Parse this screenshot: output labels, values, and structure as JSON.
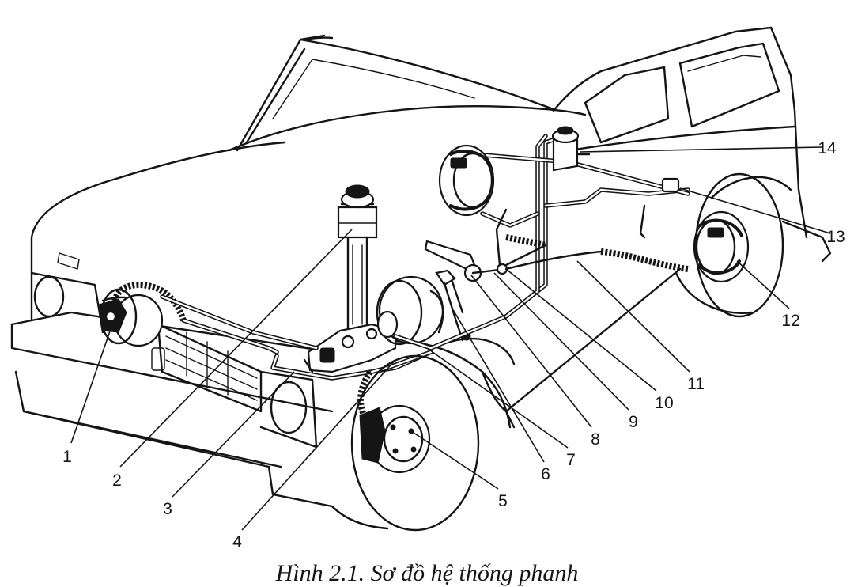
{
  "figure": {
    "caption": "Hình 2.1. Sơ đồ hệ thống phanh",
    "callouts": [
      {
        "id": "1",
        "label": "1"
      },
      {
        "id": "2",
        "label": "2"
      },
      {
        "id": "3",
        "label": "3"
      },
      {
        "id": "4",
        "label": "4"
      },
      {
        "id": "5",
        "label": "5"
      },
      {
        "id": "6",
        "label": "6"
      },
      {
        "id": "7",
        "label": "7"
      },
      {
        "id": "8",
        "label": "8"
      },
      {
        "id": "9",
        "label": "9"
      },
      {
        "id": "10",
        "label": "10"
      },
      {
        "id": "11",
        "label": "11"
      },
      {
        "id": "12",
        "label": "12"
      },
      {
        "id": "13",
        "label": "13"
      },
      {
        "id": "14",
        "label": "14"
      }
    ],
    "colors": {
      "ink": "#151515",
      "paper": "#ffffff"
    }
  }
}
